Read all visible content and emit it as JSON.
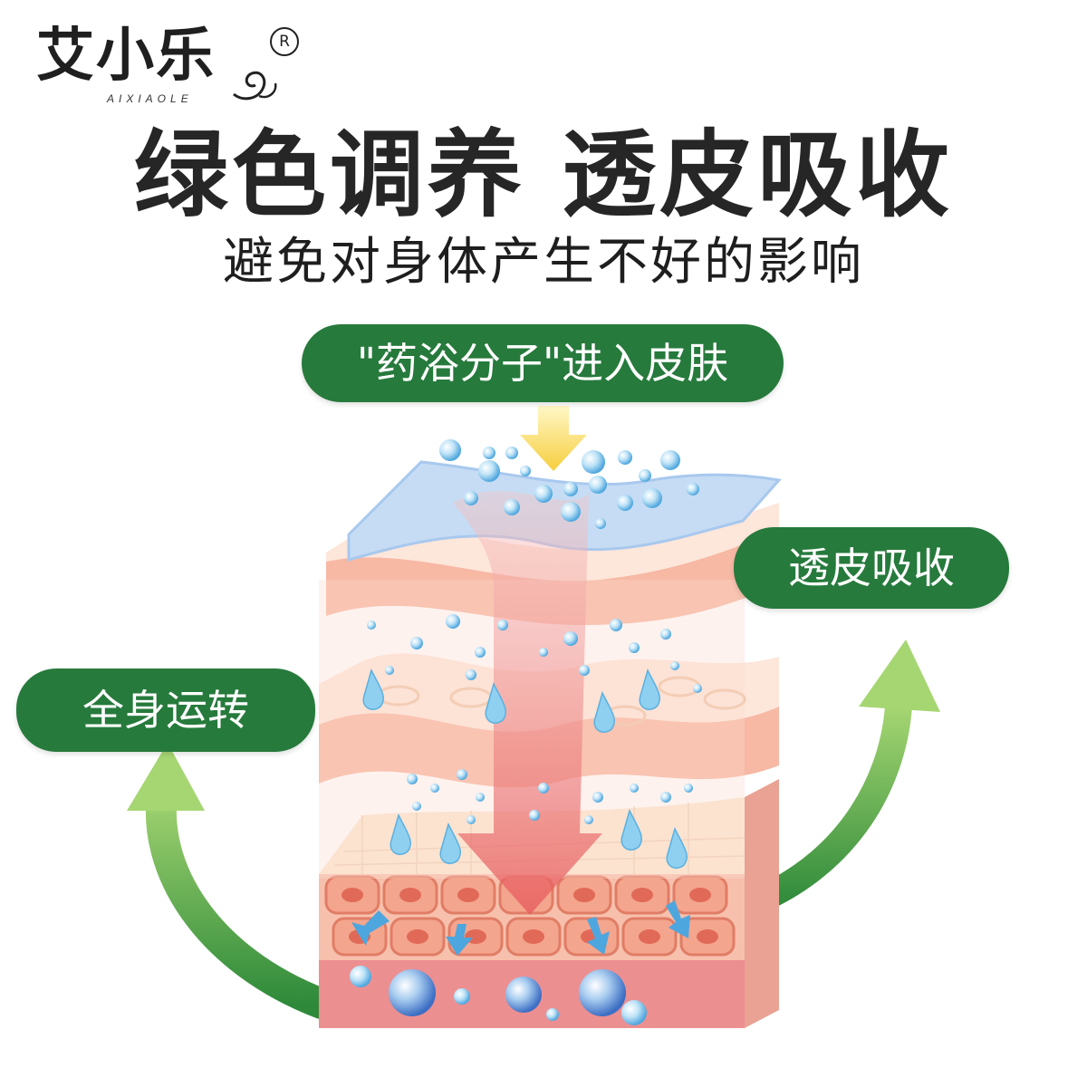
{
  "brand": {
    "name": "艾小乐",
    "registered_mark": "R",
    "romanized": "AIXIAOLE"
  },
  "headline": "绿色调养 透皮吸收",
  "subheadline": "避免对身体产生不好的影响",
  "labels": {
    "enter_skin": "\"药浴分子\"进入皮肤",
    "transdermal": "透皮吸收",
    "whole_body": "全身运转"
  },
  "colors": {
    "pill_green": "#267a3c",
    "arrow_green_light": "#9ccf6a",
    "arrow_green_dark": "#2e8a3a",
    "arrow_red": "#e7595c",
    "skin_pink": "#f4b5a2",
    "droplet_blue": "#7fc6ea",
    "surface_blue": "#bcd8f2",
    "sun_yellow": "#f7d84a"
  },
  "icons": {
    "registered": "registered-icon",
    "swirl": "swirl-icon",
    "down_arrow": "down-arrow-icon",
    "curved_arrow_left": "curved-arrow-up-icon",
    "curved_arrow_right": "curved-arrow-up-icon"
  }
}
